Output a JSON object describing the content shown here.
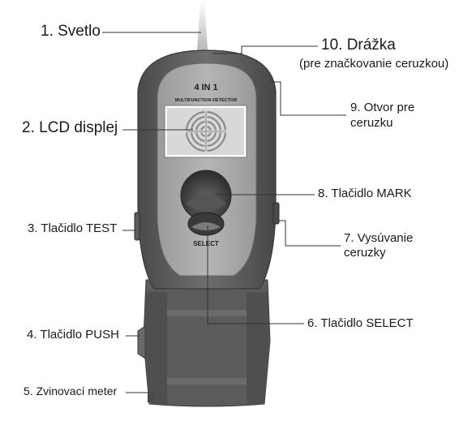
{
  "device": {
    "title": "4 IN 1",
    "subtitle": "MULTIFUNCTION DETECTOR",
    "select_text": "SELECT"
  },
  "labels": {
    "light": "1. Svetlo",
    "lcd": "2. LCD displej",
    "test": "3. Tlačidlo TEST",
    "push": "4. Tlačidlo PUSH",
    "tape": "5. Zvinovací meter",
    "select": "6. Tlačidlo SELECT",
    "slide_line1": "7. Vysúvanie",
    "slide_line2": "ceruzky",
    "mark": "8. Tlačidlo MARK",
    "hole_line1": "9. Otvor pre",
    "hole_line2": "ceruzku",
    "groove": "10. Drážka",
    "groove_note": "(pre značkovanie ceruzkou)"
  },
  "colors": {
    "body_dark": "#5a5a5a",
    "body_mid": "#7c7c7c",
    "face": "#a9a9a9",
    "lcd": "#d6d6d6",
    "leader": "#333333"
  }
}
